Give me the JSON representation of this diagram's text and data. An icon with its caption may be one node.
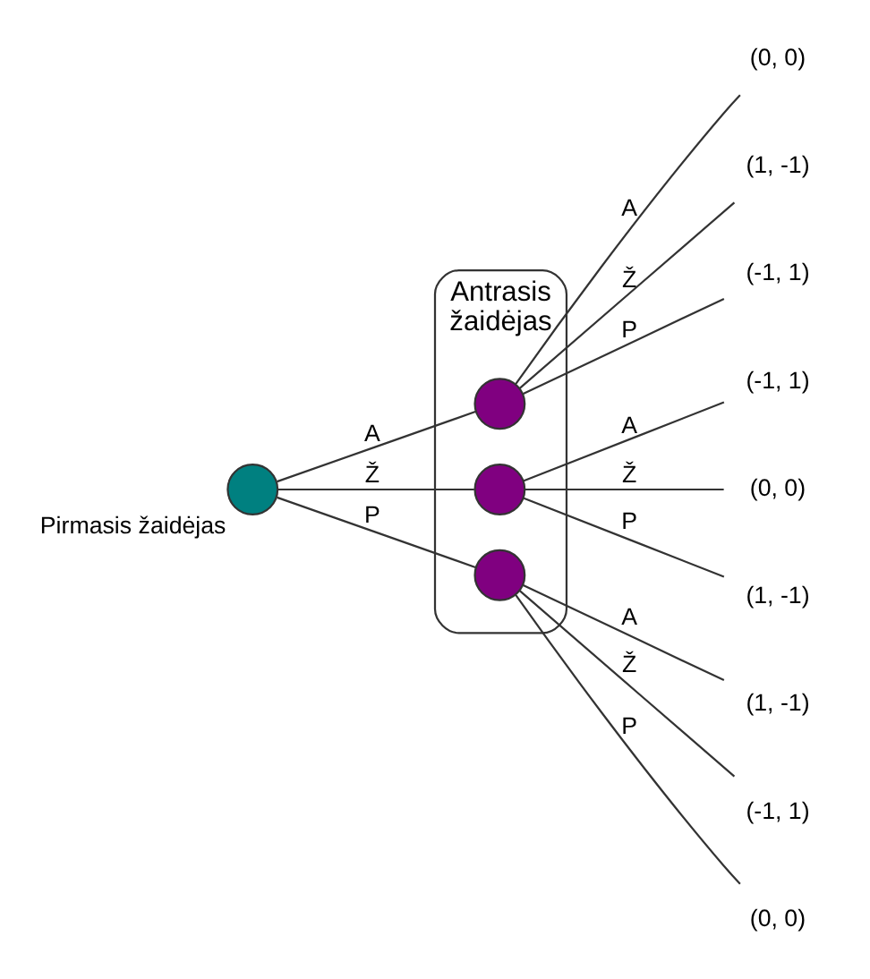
{
  "diagram": {
    "nodes": [
      {
        "text": [],
        "shape": "circle",
        "beside": [
          "Pirmasis žaidėjas"
        ]
      },
      {
        "text": [
          "Antrasis žaidėjas"
        ]
      },
      {
        "text": [],
        "shape": "circle",
        "in": 1
      },
      {
        "text": [],
        "shape": "circle",
        "in": 1
      },
      {
        "text": [],
        "shape": "circle",
        "in": 1
      },
      {
        "text": [
          "(0, 0)"
        ]
      },
      {
        "text": [
          "(1, -1)"
        ]
      },
      {
        "text": [
          "(-1, 1)"
        ]
      },
      {
        "text": [
          "(-1, 1)"
        ]
      },
      {
        "text": [
          "(0, 0)"
        ]
      },
      {
        "text": [
          "(1, -1)"
        ]
      },
      {
        "text": [
          "(1, -1)"
        ]
      },
      {
        "text": [
          "(-1, 1)"
        ]
      },
      {
        "text": [
          "(0, 0)"
        ]
      }
    ],
    "edges": [
      {
        "from": 0,
        "to": 2,
        "arrow": "none",
        "label": "A"
      },
      {
        "from": 0,
        "to": 3,
        "arrow": "none",
        "label": "Ž"
      },
      {
        "from": 0,
        "to": 4,
        "arrow": "none",
        "label": "P"
      },
      {
        "from": 2,
        "to": 5,
        "arrow": "none",
        "label": "A"
      },
      {
        "from": 2,
        "to": 6,
        "arrow": "none",
        "label": "Ž"
      },
      {
        "from": 2,
        "to": 7,
        "arrow": "none",
        "label": "P"
      },
      {
        "from": 3,
        "to": 8,
        "arrow": "none",
        "label": "A"
      },
      {
        "from": 3,
        "to": 9,
        "arrow": "none",
        "label": "Ž"
      },
      {
        "from": 3,
        "to": 10,
        "arrow": "none",
        "label": "P"
      },
      {
        "from": 4,
        "to": 11,
        "arrow": "none",
        "label": "A"
      },
      {
        "from": 4,
        "to": 12,
        "arrow": "none",
        "label": "Ž"
      },
      {
        "from": 4,
        "to": 13,
        "arrow": "none",
        "label": "P"
      }
    ]
  }
}
